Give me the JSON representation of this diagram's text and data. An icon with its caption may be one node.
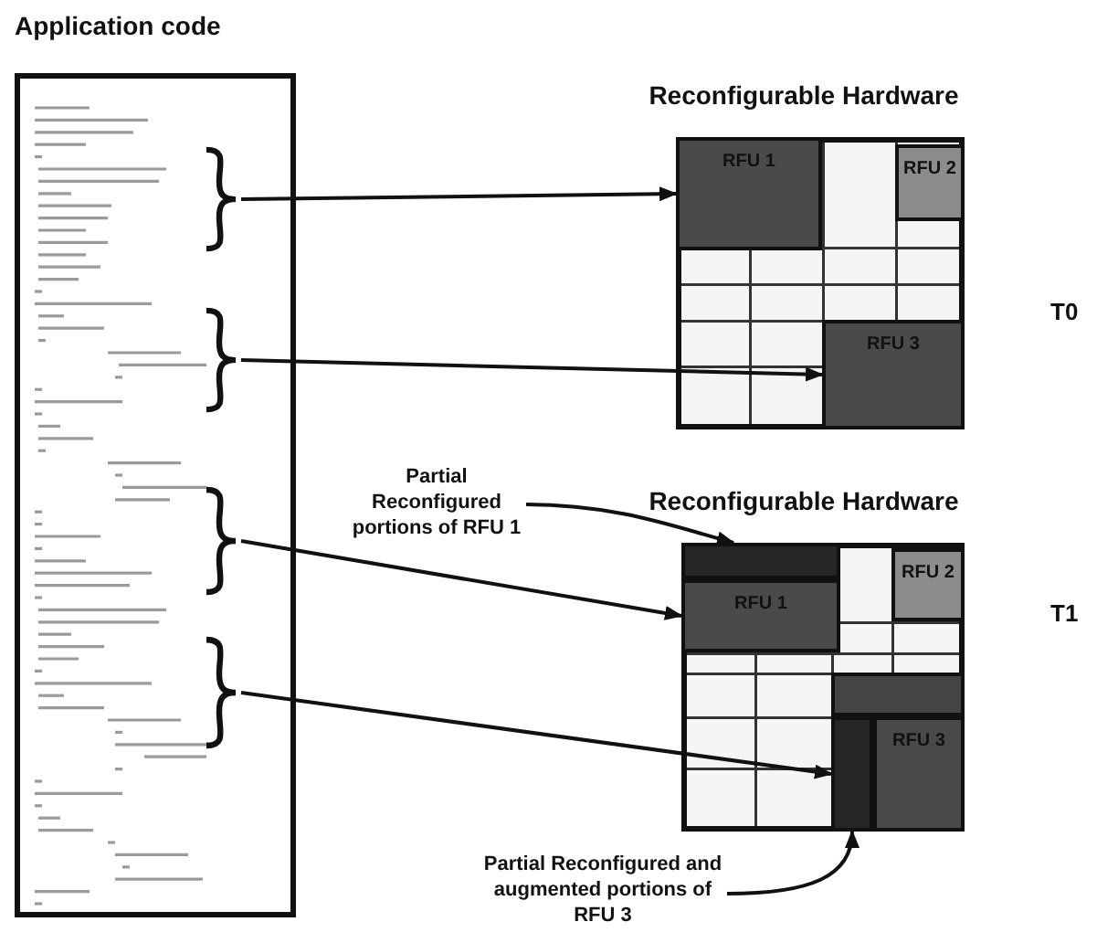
{
  "diagram": {
    "nodes": [
      {
        "text": [
          "Application code"
        ]
      },
      {
        "text": [],
        "shape": "bracket",
        "in": 0
      },
      {
        "text": [],
        "shape": "bracket",
        "in": 0
      },
      {
        "text": [],
        "shape": "bracket",
        "in": 0
      },
      {
        "text": [],
        "shape": "bracket",
        "in": 0
      },
      {
        "text": [
          "Reconfigurable Hardware"
        ],
        "beside": [
          "T0"
        ]
      },
      {
        "text": [
          "RFU 1"
        ],
        "in": 5
      },
      {
        "text": [
          "RFU 2"
        ],
        "in": 5
      },
      {
        "text": [
          "RFU 3"
        ],
        "in": 5
      },
      {
        "text": [
          "Reconfigurable Hardware"
        ],
        "beside": [
          "T1"
        ]
      },
      {
        "text": [],
        "shape": "box",
        "in": 9
      },
      {
        "text": [
          "RFU 1"
        ],
        "in": 9
      },
      {
        "text": [
          "RFU 2"
        ],
        "in": 9
      },
      {
        "text": [],
        "shape": "box",
        "in": 9
      },
      {
        "text": [],
        "shape": "box",
        "in": 9
      },
      {
        "text": [
          "RFU 3"
        ],
        "in": 9
      },
      {
        "text": [
          "Partial Reconfigured portions of RFU 1"
        ]
      },
      {
        "text": [
          "Partial Reconfigured and augmented portions of RFU 3"
        ]
      }
    ],
    "edges": [
      {
        "from": 1,
        "to": 6,
        "arrow": "to"
      },
      {
        "from": 2,
        "to": 8,
        "arrow": "to"
      },
      {
        "from": 3,
        "to": 11,
        "arrow": "to"
      },
      {
        "from": 4,
        "to": 14,
        "arrow": "to"
      },
      {
        "from": 16,
        "to": 10,
        "arrow": "to"
      },
      {
        "from": 17,
        "to": 14,
        "arrow": "to"
      }
    ]
  }
}
